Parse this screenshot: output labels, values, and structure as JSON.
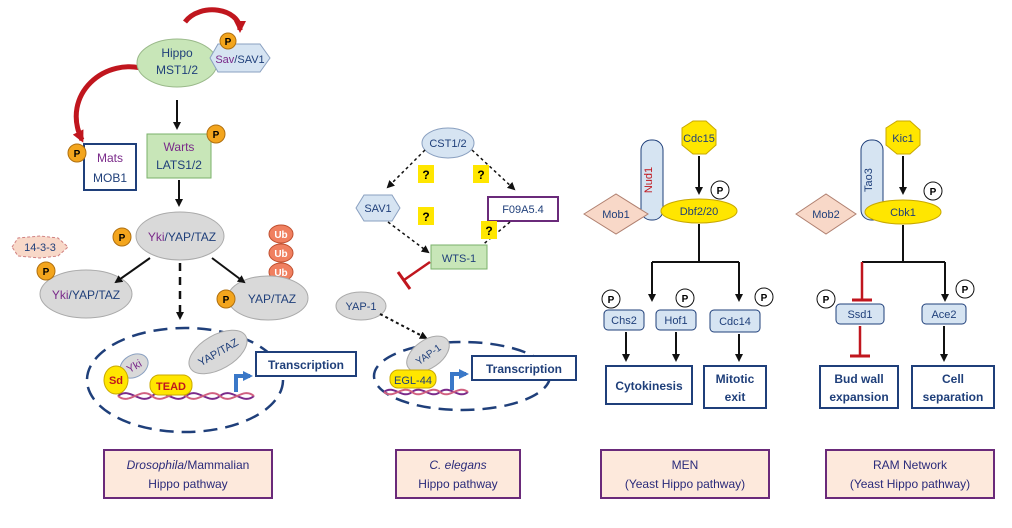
{
  "colors": {
    "green": "#c8e6b8",
    "green_dark": "#4a8a3a",
    "grey_ellipse": "#d9d9d9",
    "lightblue": "#d6e4f2",
    "blue_text": "#1f3f7a",
    "purple_text": "#7a2a8a",
    "phospho": "#f3a51d",
    "ubiquitin": "#f08060",
    "yellow": "#ffe600",
    "pink": "#f8d8c8",
    "red_arrow": "#c0161e",
    "caption_fill": "#fde9dc",
    "caption_border": "#6a2a7a"
  },
  "p_label": "P",
  "ub_label": "Ub",
  "q_label": "?",
  "panel1": {
    "hippo": "Hippo",
    "mst": "MST1/2",
    "sav": "Sav",
    "sav1": "SAV1",
    "warts": "Warts",
    "lats": "LATS1/2",
    "mats": "Mats",
    "mob1": "MOB1",
    "yki": "Yki",
    "yaptaz": "YAP/TAZ",
    "slash": "/",
    "p1433": "14-3-3",
    "sd": "Sd",
    "tead": "TEAD",
    "transcription": "Transcription",
    "caption_italic": "Drosophila",
    "caption_rest": "/Mammalian",
    "caption_line2": "Hippo pathway"
  },
  "panel2": {
    "cst": "CST1/2",
    "sav1": "SAV1",
    "f09": "F09A5.4",
    "wts": "WTS-1",
    "yap": "YAP-1",
    "egl": "EGL-44",
    "transcription": "Transcription",
    "caption_italic": "C. elegans",
    "caption_line2": "Hippo pathway"
  },
  "panel3": {
    "cdc15": "Cdc15",
    "nud1": "Nud1",
    "mob1": "Mob1",
    "dbf": "Dbf2/20",
    "chs2": "Chs2",
    "hof1": "Hof1",
    "cdc14": "Cdc14",
    "cyto": "Cytokinesis",
    "mitotic_1": "Mitotic",
    "mitotic_2": "exit",
    "caption_line1": "MEN",
    "caption_line2": "(Yeast Hippo pathway)"
  },
  "panel4": {
    "kic1": "Kic1",
    "tao3": "Tao3",
    "mob2": "Mob2",
    "cbk1": "Cbk1",
    "ssd1": "Ssd1",
    "ace2": "Ace2",
    "bud_1": "Bud wall",
    "bud_2": "expansion",
    "cell_1": "Cell",
    "cell_2": "separation",
    "caption_line1": "RAM Network",
    "caption_line2": "(Yeast Hippo pathway)"
  }
}
